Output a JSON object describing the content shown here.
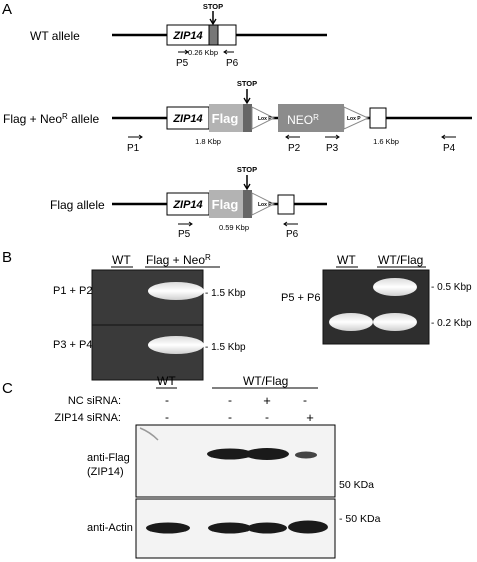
{
  "panel_a": {
    "letter": "A",
    "stop_label": "STOP",
    "wt": {
      "label": "WT allele",
      "gene": "ZIP14",
      "size": "0.26 Kbp",
      "p5": "P5",
      "p6": "P6"
    },
    "flagneo": {
      "label_main": "Flag + Neo",
      "label_sup": "R",
      "label_tail": " allele",
      "gene": "ZIP14",
      "flag": "Flag",
      "loxp": "Lox P",
      "neo_main": "NEO",
      "neo_sup": "R",
      "size_left": "1.8 Kbp",
      "size_right": "1.6 Kbp",
      "p1": "P1",
      "p2": "P2",
      "p3": "P3",
      "p4": "P4"
    },
    "flag": {
      "label": "Flag allele",
      "gene": "ZIP14",
      "flag": "Flag",
      "loxp": "Lox P",
      "size": "0.59 Kbp",
      "p5": "P5",
      "p6": "P6"
    }
  },
  "panel_b": {
    "letter": "B",
    "left": {
      "col_wt": "WT",
      "col_flagneo_main": "Flag + Neo",
      "col_flagneo_sup": "R",
      "row1": "P1 + P2",
      "row2": "P3 + P4",
      "band1": "1.5 Kbp",
      "band2": "1.5 Kbp"
    },
    "right": {
      "col_wt": "WT",
      "col_wtflag": "WT/Flag",
      "row": "P5 + P6",
      "band_top": "0.5 Kbp",
      "band_bottom": "0.2 Kbp"
    }
  },
  "panel_c": {
    "letter": "C",
    "col_wt": "WT",
    "col_wtflag": "WT/Flag",
    "row_nc": "NC siRNA:",
    "row_zip14": "ZIP14 siRNA:",
    "nc_marks": [
      "-",
      "-",
      "+",
      "-"
    ],
    "zip_marks": [
      "-",
      "-",
      "-",
      "+"
    ],
    "blot1_label_1": "anti-Flag",
    "blot1_label_2": "(ZIP14)",
    "blot1_mw": "50 KDa",
    "blot2_label": "anti-Actin",
    "blot2_mw": "50 KDa"
  }
}
